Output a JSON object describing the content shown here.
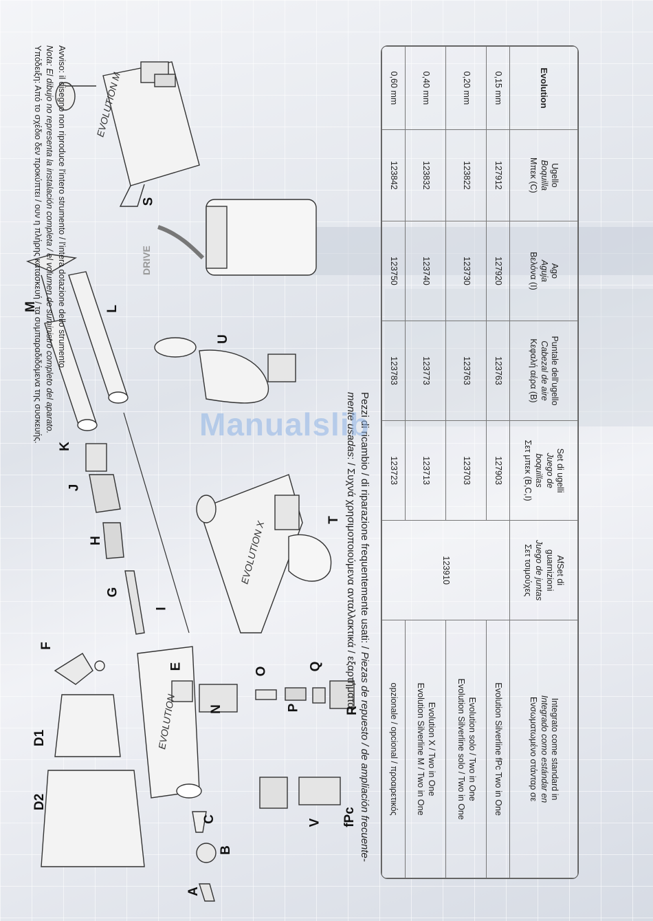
{
  "watermark": "Manualslib",
  "callouts": [
    "A",
    "B",
    "C",
    "D2",
    "D1",
    "E",
    "F",
    "G",
    "H",
    "I",
    "J",
    "K",
    "L",
    "M",
    "N",
    "O",
    "P",
    "Q",
    "R",
    "S",
    "T",
    "U",
    "V",
    "fPc"
  ],
  "heading": {
    "line1_a": "Pezzi di ricambio / di riparazione frequentemente usati: / ",
    "line1_b": "Piezas de repuesto / de ampliación frecuente-",
    "line2_a": "mente usadas",
    "line2_b": ": / Συχνά χρησιμοποιούμενα ανταλλακτικά / εξαρτήματα:"
  },
  "table": {
    "headers": [
      {
        "l1": "Evolution",
        "l2": "",
        "l3": "",
        "l4": ""
      },
      {
        "l1": "Ugello",
        "l2": "Boquilla",
        "l3": "Μπεκ (C)",
        "l4": ""
      },
      {
        "l1": "Ago",
        "l2": "Aguja",
        "l3": "Βελόνα (I)",
        "l4": ""
      },
      {
        "l1": "Puntale dell'ugello",
        "l2": "Cabezal de aire",
        "l3": "Κεφαλή αέρα (B)",
        "l4": ""
      },
      {
        "l1": "Set di ugelli",
        "l2": "Juego de",
        "l3": "boquillas",
        "l4": "Σετ μπεκ (B,C,I)"
      },
      {
        "l1": "AfSet di",
        "l2": "guarnizioni",
        "l3": "Juego de juntas",
        "l4": "Σετ τσιμούχες"
      },
      {
        "l1": "Integrato come standard in",
        "l2": "Integrado como estándar en",
        "l3": "Ενσωματωμένο στάνταρ σε",
        "l4": ""
      }
    ],
    "rows": [
      [
        "0,15 mm",
        "127912",
        "127920",
        "123763",
        "127903",
        "",
        "Evolution Silverline fPc Two in One"
      ],
      [
        "0,20 mm",
        "123822",
        "123730",
        "123763",
        "123703",
        "123910",
        "Evolution solo / Two in One\nEvolution Silverline solo / Two in One"
      ],
      [
        "0,40 mm",
        "123832",
        "123740",
        "123773",
        "123713",
        "",
        "Evolution X / Two in One\nEvolution Silverline M / Two in One"
      ],
      [
        "0,60 mm",
        "123842",
        "123750",
        "123783",
        "123723",
        "",
        "opzionale / opcional / προαιρετικός"
      ]
    ]
  },
  "notes": {
    "l1": "Avviso: il disegno non riproduce l'intero strumento / l'intera dotazione dello strumento.",
    "l2": "Nota: El dibujo no representa la instalación completa / el volumen de suministro completo del aparato.",
    "l3": "Υπόδειξη: Από το σχέδιο δεν προκύπτει / ουν η πλήρης κατασκευή / τα συμπαραδιδόμενα της συσκευής."
  },
  "product_labels": {
    "a": "EVOLUTION M",
    "b": "EVOLUTION X",
    "c": "EVOLUTION",
    "d": "DRIVE"
  }
}
